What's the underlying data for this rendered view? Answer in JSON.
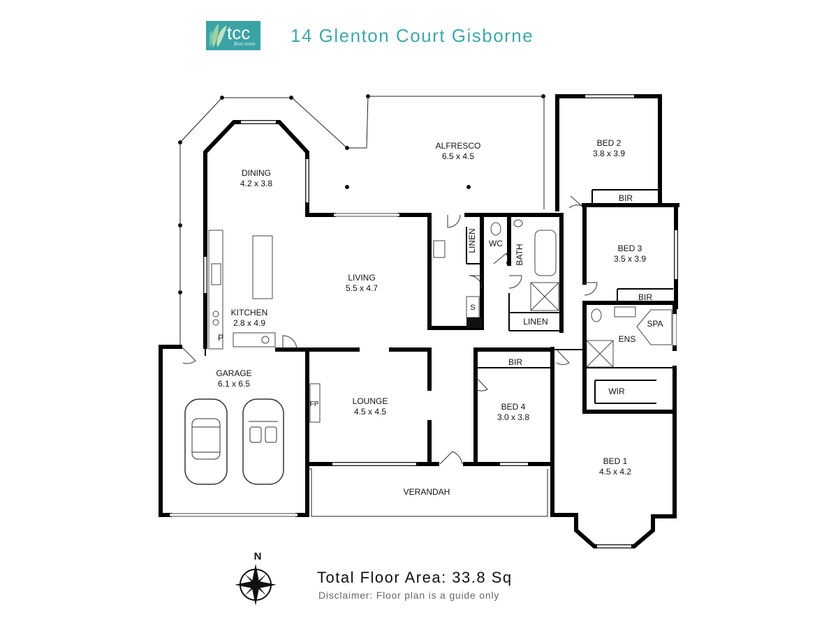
{
  "header": {
    "title": "14 Glenton Court Gisborne",
    "logo_text": "tcc",
    "logo_subtext": "Real estate"
  },
  "rooms": {
    "alfresco": {
      "name": "ALFRESCO",
      "size": "6.5 x 4.5"
    },
    "bed2": {
      "name": "BED 2",
      "size": "3.8 x 3.9"
    },
    "dining": {
      "name": "DINING",
      "size": "4.2 x 3.8"
    },
    "living": {
      "name": "LIVING",
      "size": "5.5 x 4.7"
    },
    "kitchen": {
      "name": "KITCHEN",
      "size": "2.8 x 4.9"
    },
    "bed3": {
      "name": "BED 3",
      "size": "3.5 x 3.9"
    },
    "garage": {
      "name": "GARAGE",
      "size": "6.1 x 6.5"
    },
    "lounge": {
      "name": "LOUNGE",
      "size": "4.5 x 4.5"
    },
    "bed4": {
      "name": "BED 4",
      "size": "3.0 x 3.8"
    },
    "bed1": {
      "name": "BED 1",
      "size": "4.5 x 4.2"
    }
  },
  "labels": {
    "verandah": "VERANDAH",
    "bir_bed2": "BIR",
    "bir_bed3": "BIR",
    "bir_bed4": "BIR",
    "linen1": "LINEN",
    "linen2": "LINEN",
    "wc": "WC",
    "bath": "BATH",
    "spa": "SPA",
    "ens": "ENS",
    "wir": "WIR",
    "pantry": "P",
    "fireplace": "FP",
    "s": "S"
  },
  "compass": {
    "north_label": "N"
  },
  "footer": {
    "total_area": "Total Floor Area: 33.8 Sq",
    "disclaimer": "Disclaimer: Floor plan is a guide only"
  },
  "colors": {
    "accent": "#3fa7a9",
    "logo_bg": "#3aa3a5",
    "wall": "#000000"
  }
}
